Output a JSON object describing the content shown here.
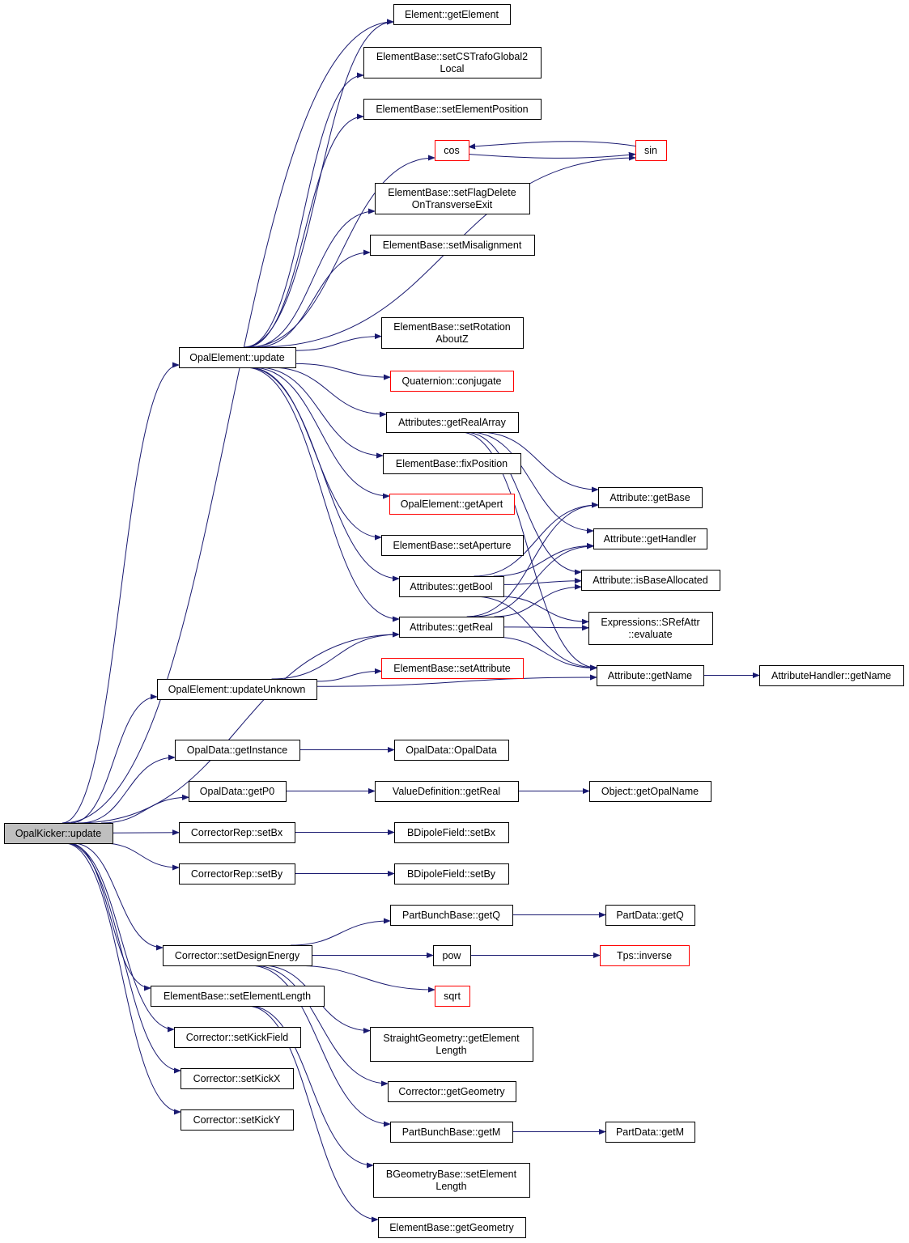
{
  "diagram": {
    "type": "call-graph",
    "root": "root",
    "nodes": [
      {
        "id": "root",
        "lines": [
          "OpalKicker::update"
        ]
      },
      {
        "id": "el_update",
        "lines": [
          "OpalElement::update"
        ]
      },
      {
        "id": "el_updunk",
        "lines": [
          "OpalElement::updateUnknown"
        ]
      },
      {
        "id": "od_inst",
        "lines": [
          "OpalData::getInstance"
        ]
      },
      {
        "id": "od_p0",
        "lines": [
          "OpalData::getP0"
        ]
      },
      {
        "id": "cr_bx",
        "lines": [
          "CorrectorRep::setBx"
        ]
      },
      {
        "id": "cr_by",
        "lines": [
          "CorrectorRep::setBy"
        ]
      },
      {
        "id": "c_sde",
        "lines": [
          "Corrector::setDesignEnergy"
        ]
      },
      {
        "id": "eb_sel",
        "lines": [
          "ElementBase::setElementLength"
        ]
      },
      {
        "id": "c_skf",
        "lines": [
          "Corrector::setKickField"
        ]
      },
      {
        "id": "c_skx",
        "lines": [
          "Corrector::setKickX"
        ]
      },
      {
        "id": "c_sky",
        "lines": [
          "Corrector::setKickY"
        ]
      },
      {
        "id": "el_get",
        "lines": [
          "Element::getElement"
        ]
      },
      {
        "id": "eb_cst",
        "lines": [
          "ElementBase::setCSTrafoGlobal2",
          "Local"
        ]
      },
      {
        "id": "eb_sep",
        "lines": [
          "ElementBase::setElementPosition"
        ]
      },
      {
        "id": "cos",
        "lines": [
          "cos"
        ],
        "truncated": true
      },
      {
        "id": "sin",
        "lines": [
          "sin"
        ],
        "truncated": true
      },
      {
        "id": "eb_sfd",
        "lines": [
          "ElementBase::setFlagDelete",
          "OnTransverseExit"
        ]
      },
      {
        "id": "eb_smis",
        "lines": [
          "ElementBase::setMisalignment"
        ]
      },
      {
        "id": "eb_srot",
        "lines": [
          "ElementBase::setRotation",
          "AboutZ"
        ]
      },
      {
        "id": "q_conj",
        "lines": [
          "Quaternion::conjugate"
        ],
        "truncated": true
      },
      {
        "id": "at_gra",
        "lines": [
          "Attributes::getRealArray"
        ]
      },
      {
        "id": "eb_fix",
        "lines": [
          "ElementBase::fixPosition"
        ]
      },
      {
        "id": "oe_apert",
        "lines": [
          "OpalElement::getApert"
        ],
        "truncated": true
      },
      {
        "id": "eb_sap",
        "lines": [
          "ElementBase::setAperture"
        ]
      },
      {
        "id": "at_gb",
        "lines": [
          "Attributes::getBool"
        ]
      },
      {
        "id": "at_gr",
        "lines": [
          "Attributes::getReal"
        ]
      },
      {
        "id": "eb_sattr",
        "lines": [
          "ElementBase::setAttribute"
        ],
        "truncated": true
      },
      {
        "id": "a_gbase",
        "lines": [
          "Attribute::getBase"
        ]
      },
      {
        "id": "a_ghand",
        "lines": [
          "Attribute::getHandler"
        ]
      },
      {
        "id": "a_iba",
        "lines": [
          "Attribute::isBaseAllocated"
        ]
      },
      {
        "id": "ex_sra",
        "lines": [
          "Expressions::SRefAttr",
          "::evaluate"
        ]
      },
      {
        "id": "a_gname",
        "lines": [
          "Attribute::getName"
        ]
      },
      {
        "id": "ah_gname",
        "lines": [
          "AttributeHandler::getName"
        ]
      },
      {
        "id": "od_od",
        "lines": [
          "OpalData::OpalData"
        ]
      },
      {
        "id": "vd_gr",
        "lines": [
          "ValueDefinition::getReal"
        ]
      },
      {
        "id": "obj_gon",
        "lines": [
          "Object::getOpalName"
        ]
      },
      {
        "id": "bd_sbx",
        "lines": [
          "BDipoleField::setBx"
        ]
      },
      {
        "id": "bd_sby",
        "lines": [
          "BDipoleField::setBy"
        ]
      },
      {
        "id": "pbb_gq",
        "lines": [
          "PartBunchBase::getQ"
        ]
      },
      {
        "id": "pd_gq",
        "lines": [
          "PartData::getQ"
        ]
      },
      {
        "id": "pow",
        "lines": [
          "pow"
        ]
      },
      {
        "id": "tps_inv",
        "lines": [
          "Tps::inverse"
        ],
        "truncated": true
      },
      {
        "id": "sqrt",
        "lines": [
          "sqrt"
        ],
        "truncated": true
      },
      {
        "id": "sg_gel",
        "lines": [
          "StraightGeometry::getElement",
          "Length"
        ]
      },
      {
        "id": "c_geo",
        "lines": [
          "Corrector::getGeometry"
        ]
      },
      {
        "id": "pbb_gm",
        "lines": [
          "PartBunchBase::getM"
        ]
      },
      {
        "id": "pd_gm",
        "lines": [
          "PartData::getM"
        ]
      },
      {
        "id": "bgb_sel",
        "lines": [
          "BGeometryBase::setElement",
          "Length"
        ]
      },
      {
        "id": "eb_geo",
        "lines": [
          "ElementBase::getGeometry"
        ]
      }
    ],
    "edges": [
      [
        "root",
        "el_get"
      ],
      [
        "root",
        "el_update"
      ],
      [
        "root",
        "at_gr"
      ],
      [
        "root",
        "el_updunk"
      ],
      [
        "root",
        "od_inst"
      ],
      [
        "root",
        "od_p0"
      ],
      [
        "root",
        "cr_bx"
      ],
      [
        "root",
        "cr_by"
      ],
      [
        "root",
        "c_sde"
      ],
      [
        "root",
        "eb_sel"
      ],
      [
        "root",
        "c_skf"
      ],
      [
        "root",
        "c_skx"
      ],
      [
        "root",
        "c_sky"
      ],
      [
        "el_update",
        "el_get"
      ],
      [
        "el_update",
        "eb_cst"
      ],
      [
        "el_update",
        "eb_sep"
      ],
      [
        "el_update",
        "cos"
      ],
      [
        "el_update",
        "sin"
      ],
      [
        "el_update",
        "eb_sfd"
      ],
      [
        "el_update",
        "eb_smis"
      ],
      [
        "el_update",
        "eb_srot"
      ],
      [
        "el_update",
        "q_conj"
      ],
      [
        "el_update",
        "at_gra"
      ],
      [
        "el_update",
        "eb_fix"
      ],
      [
        "el_update",
        "oe_apert"
      ],
      [
        "el_update",
        "eb_sap"
      ],
      [
        "el_update",
        "at_gb"
      ],
      [
        "el_update",
        "at_gr"
      ],
      [
        "cos",
        "sin"
      ],
      [
        "sin",
        "cos"
      ],
      [
        "at_gra",
        "a_gbase"
      ],
      [
        "at_gra",
        "a_ghand"
      ],
      [
        "at_gra",
        "a_iba"
      ],
      [
        "at_gra",
        "a_gname"
      ],
      [
        "at_gb",
        "a_gbase"
      ],
      [
        "at_gb",
        "a_ghand"
      ],
      [
        "at_gb",
        "a_iba"
      ],
      [
        "at_gb",
        "ex_sra"
      ],
      [
        "at_gb",
        "a_gname"
      ],
      [
        "at_gr",
        "a_gbase"
      ],
      [
        "at_gr",
        "a_ghand"
      ],
      [
        "at_gr",
        "a_iba"
      ],
      [
        "at_gr",
        "ex_sra"
      ],
      [
        "at_gr",
        "a_gname"
      ],
      [
        "el_updunk",
        "at_gr"
      ],
      [
        "el_updunk",
        "eb_sattr"
      ],
      [
        "el_updunk",
        "a_gname"
      ],
      [
        "a_gname",
        "ah_gname"
      ],
      [
        "od_inst",
        "od_od"
      ],
      [
        "od_p0",
        "vd_gr"
      ],
      [
        "vd_gr",
        "obj_gon"
      ],
      [
        "cr_bx",
        "bd_sbx"
      ],
      [
        "cr_by",
        "bd_sby"
      ],
      [
        "c_sde",
        "pbb_gq"
      ],
      [
        "c_sde",
        "pow"
      ],
      [
        "c_sde",
        "sqrt"
      ],
      [
        "c_sde",
        "sg_gel"
      ],
      [
        "c_sde",
        "c_geo"
      ],
      [
        "c_sde",
        "pbb_gm"
      ],
      [
        "pbb_gq",
        "pd_gq"
      ],
      [
        "pow",
        "tps_inv"
      ],
      [
        "pbb_gm",
        "pd_gm"
      ],
      [
        "eb_sel",
        "bgb_sel"
      ],
      [
        "eb_sel",
        "eb_geo"
      ]
    ],
    "colors": {
      "edge": "#191970",
      "node_border": "#000000",
      "truncated_border": "#ff0000",
      "root_fill": "#bfbfbf"
    }
  }
}
